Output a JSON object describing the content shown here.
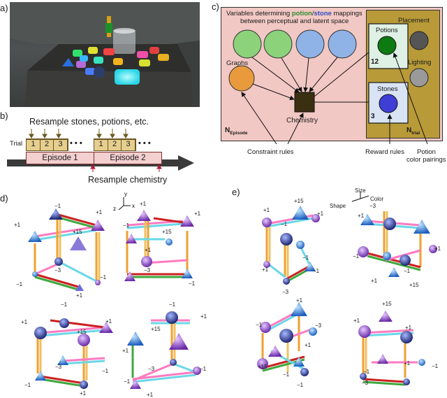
{
  "panels": {
    "a": "a)",
    "b": "b)",
    "c": "c)",
    "d": "d)",
    "e": "e)"
  },
  "b": {
    "resample_top": "Resample stones, potions, etc.",
    "trial_label": "Trial",
    "trials": [
      "1",
      "2",
      "3"
    ],
    "ellipsis": "• • •",
    "episodes": [
      "Episode 1",
      "Episode 2"
    ],
    "resample_bottom": "Resample chemistry"
  },
  "c": {
    "header_line1_pre": "Variables determining ",
    "header_potion": "potion",
    "header_slash": "/",
    "header_stone": "stone",
    "header_line1_post": " mappings",
    "header_line2": "between perceptual and latent space",
    "graphs": "Graphs",
    "chemistry": "Chemistry",
    "potions": "Potions",
    "potions_count": "12",
    "stones": "Stones",
    "stones_count": "3",
    "placement": "Placement",
    "lighting": "Lighting",
    "n_episode": "N",
    "n_episode_sub": "Episode",
    "n_trial": "N",
    "n_trial_sub": "trial",
    "constraint_rules": "Constraint rules",
    "reward_rules": "Reward rules",
    "potion_pairings_1": "Potion",
    "potion_pairings_2": "color pairings",
    "colors": {
      "pink_bg": "#f2c8c4",
      "olive_bg": "#b89a38",
      "green": "#8cd27a",
      "blue": "#8fb3e6",
      "orange": "#e89a3c",
      "chem": "#3a2f10",
      "potion": "#0e7a12",
      "stone": "#3f3fd6",
      "gray": "#8a8a8a"
    }
  },
  "d": {
    "axes": {
      "y": "y",
      "x": "x",
      "z": "z"
    },
    "values": {
      "m1": "−1",
      "p1": "+1",
      "m3": "−3",
      "p15": "+15"
    }
  },
  "e": {
    "axes": {
      "size": "Size",
      "color": "Color",
      "shape": "Shape"
    }
  }
}
